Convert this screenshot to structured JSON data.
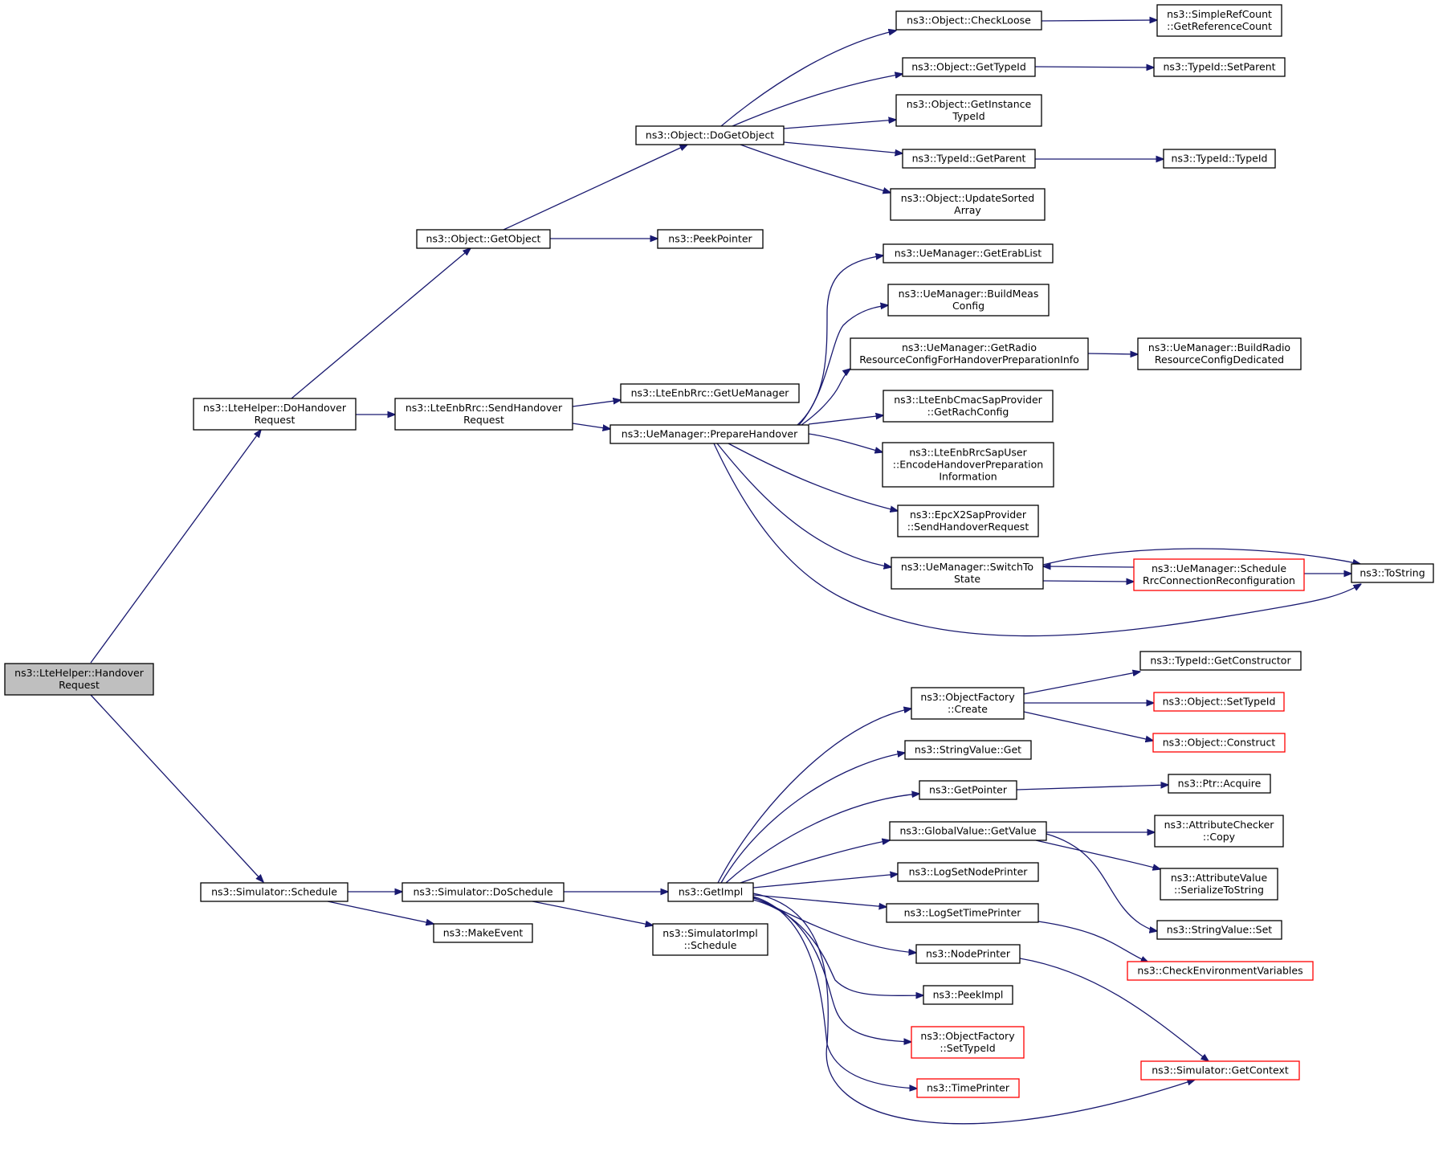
{
  "diagram": {
    "type": "call-graph",
    "colors": {
      "edge": "#191970",
      "root_fill": "#bfbfbf",
      "node_border": "#000000",
      "external_border": "#ff0000"
    },
    "nodes": [
      {
        "id": "root",
        "lines": [
          "ns3::LteHelper::Handover",
          "Request"
        ],
        "style": "root"
      },
      {
        "id": "doHandover",
        "lines": [
          "ns3::LteHelper::DoHandover",
          "Request"
        ]
      },
      {
        "id": "schedule",
        "lines": [
          "ns3::Simulator::Schedule"
        ]
      },
      {
        "id": "getObject",
        "lines": [
          "ns3::Object::GetObject"
        ]
      },
      {
        "id": "sendHandover",
        "lines": [
          "ns3::LteEnbRrc::SendHandover",
          "Request"
        ]
      },
      {
        "id": "doSchedule",
        "lines": [
          "ns3::Simulator::DoSchedule"
        ]
      },
      {
        "id": "makeEvent",
        "lines": [
          "ns3::MakeEvent"
        ]
      },
      {
        "id": "doGetObject",
        "lines": [
          "ns3::Object::DoGetObject"
        ]
      },
      {
        "id": "peekPointer",
        "lines": [
          "ns3::PeekPointer"
        ]
      },
      {
        "id": "getUeManager",
        "lines": [
          "ns3::LteEnbRrc::GetUeManager"
        ]
      },
      {
        "id": "prepareHandover",
        "lines": [
          "ns3::UeManager::PrepareHandover"
        ]
      },
      {
        "id": "getImpl",
        "lines": [
          "ns3::GetImpl"
        ]
      },
      {
        "id": "simImplSchedule",
        "lines": [
          "ns3::SimulatorImpl",
          "::Schedule"
        ]
      },
      {
        "id": "checkLoose",
        "lines": [
          "ns3::Object::CheckLoose"
        ]
      },
      {
        "id": "objGetTypeId",
        "lines": [
          "ns3::Object::GetTypeId"
        ]
      },
      {
        "id": "getInstanceTypeId",
        "lines": [
          "ns3::Object::GetInstance",
          "TypeId"
        ]
      },
      {
        "id": "typeIdGetParent",
        "lines": [
          "ns3::TypeId::GetParent"
        ]
      },
      {
        "id": "updateSortedArray",
        "lines": [
          "ns3::Object::UpdateSorted",
          "Array"
        ]
      },
      {
        "id": "getErabList",
        "lines": [
          "ns3::UeManager::GetErabList"
        ]
      },
      {
        "id": "buildMeasConfig",
        "lines": [
          "ns3::UeManager::BuildMeas",
          "Config"
        ]
      },
      {
        "id": "getRadioResourceConfig",
        "lines": [
          "ns3::UeManager::GetRadio",
          "ResourceConfigForHandoverPreparationInfo"
        ]
      },
      {
        "id": "getRachConfig",
        "lines": [
          "ns3::LteEnbCmacSapProvider",
          "::GetRachConfig"
        ]
      },
      {
        "id": "encodeHandoverPrep",
        "lines": [
          "ns3::LteEnbRrcSapUser",
          "::EncodeHandoverPreparation",
          "Information"
        ]
      },
      {
        "id": "epcSendHandover",
        "lines": [
          "ns3::EpcX2SapProvider",
          "::SendHandoverRequest"
        ]
      },
      {
        "id": "switchToState",
        "lines": [
          "ns3::UeManager::SwitchTo",
          "State"
        ]
      },
      {
        "id": "objectFactoryCreate",
        "lines": [
          "ns3::ObjectFactory",
          "::Create"
        ]
      },
      {
        "id": "stringValueGet",
        "lines": [
          "ns3::StringValue::Get"
        ]
      },
      {
        "id": "getPointer",
        "lines": [
          "ns3::GetPointer"
        ]
      },
      {
        "id": "globalValueGetValue",
        "lines": [
          "ns3::GlobalValue::GetValue"
        ]
      },
      {
        "id": "logSetNodePrinter",
        "lines": [
          "ns3::LogSetNodePrinter"
        ]
      },
      {
        "id": "logSetTimePrinter",
        "lines": [
          "ns3::LogSetTimePrinter"
        ]
      },
      {
        "id": "nodePrinter",
        "lines": [
          "ns3::NodePrinter"
        ]
      },
      {
        "id": "peekImpl",
        "lines": [
          "ns3::PeekImpl"
        ]
      },
      {
        "id": "objectFactorySetTypeId",
        "lines": [
          "ns3::ObjectFactory",
          "::SetTypeId"
        ],
        "style": "external"
      },
      {
        "id": "timePrinter",
        "lines": [
          "ns3::TimePrinter"
        ],
        "style": "external"
      },
      {
        "id": "getReferenceCount",
        "lines": [
          "ns3::SimpleRefCount",
          "::GetReferenceCount"
        ]
      },
      {
        "id": "typeIdSetParent",
        "lines": [
          "ns3::TypeId::SetParent"
        ]
      },
      {
        "id": "typeIdTypeId",
        "lines": [
          "ns3::TypeId::TypeId"
        ]
      },
      {
        "id": "buildRadioResourceConfigDedicated",
        "lines": [
          "ns3::UeManager::BuildRadio",
          "ResourceConfigDedicated"
        ]
      },
      {
        "id": "scheduleRrcConnReconf",
        "lines": [
          "ns3::UeManager::Schedule",
          "RrcConnectionReconfiguration"
        ],
        "style": "external"
      },
      {
        "id": "toString",
        "lines": [
          "ns3::ToString"
        ]
      },
      {
        "id": "getConstructor",
        "lines": [
          "ns3::TypeId::GetConstructor"
        ]
      },
      {
        "id": "objectSetTypeId",
        "lines": [
          "ns3::Object::SetTypeId"
        ],
        "style": "external"
      },
      {
        "id": "objectConstruct",
        "lines": [
          "ns3::Object::Construct"
        ],
        "style": "external"
      },
      {
        "id": "ptrAcquire",
        "lines": [
          "ns3::Ptr::Acquire"
        ]
      },
      {
        "id": "attributeCheckerCopy",
        "lines": [
          "ns3::AttributeChecker",
          "::Copy"
        ]
      },
      {
        "id": "attributeValueSerialize",
        "lines": [
          "ns3::AttributeValue",
          "::SerializeToString"
        ]
      },
      {
        "id": "stringValueSet",
        "lines": [
          "ns3::StringValue::Set"
        ]
      },
      {
        "id": "checkEnvVars",
        "lines": [
          "ns3::CheckEnvironmentVariables"
        ],
        "style": "external"
      },
      {
        "id": "simulatorGetContext",
        "lines": [
          "ns3::Simulator::GetContext"
        ],
        "style": "external"
      }
    ],
    "edges": [
      {
        "from": "root",
        "to": "doHandover"
      },
      {
        "from": "root",
        "to": "schedule"
      },
      {
        "from": "doHandover",
        "to": "getObject"
      },
      {
        "from": "doHandover",
        "to": "sendHandover"
      },
      {
        "from": "getObject",
        "to": "doGetObject"
      },
      {
        "from": "getObject",
        "to": "peekPointer"
      },
      {
        "from": "doGetObject",
        "to": "checkLoose"
      },
      {
        "from": "doGetObject",
        "to": "objGetTypeId"
      },
      {
        "from": "doGetObject",
        "to": "getInstanceTypeId"
      },
      {
        "from": "doGetObject",
        "to": "typeIdGetParent"
      },
      {
        "from": "doGetObject",
        "to": "updateSortedArray"
      },
      {
        "from": "checkLoose",
        "to": "getReferenceCount"
      },
      {
        "from": "objGetTypeId",
        "to": "typeIdSetParent"
      },
      {
        "from": "typeIdGetParent",
        "to": "typeIdTypeId"
      },
      {
        "from": "sendHandover",
        "to": "getUeManager"
      },
      {
        "from": "sendHandover",
        "to": "prepareHandover"
      },
      {
        "from": "prepareHandover",
        "to": "getErabList"
      },
      {
        "from": "prepareHandover",
        "to": "buildMeasConfig"
      },
      {
        "from": "prepareHandover",
        "to": "getRadioResourceConfig"
      },
      {
        "from": "prepareHandover",
        "to": "getRachConfig"
      },
      {
        "from": "prepareHandover",
        "to": "encodeHandoverPrep"
      },
      {
        "from": "prepareHandover",
        "to": "epcSendHandover"
      },
      {
        "from": "prepareHandover",
        "to": "switchToState"
      },
      {
        "from": "prepareHandover",
        "to": "toString"
      },
      {
        "from": "getRadioResourceConfig",
        "to": "buildRadioResourceConfigDedicated"
      },
      {
        "from": "switchToState",
        "to": "scheduleRrcConnReconf"
      },
      {
        "from": "switchToState",
        "to": "toString"
      },
      {
        "from": "scheduleRrcConnReconf",
        "to": "switchToState"
      },
      {
        "from": "scheduleRrcConnReconf",
        "to": "toString"
      },
      {
        "from": "schedule",
        "to": "doSchedule"
      },
      {
        "from": "schedule",
        "to": "makeEvent"
      },
      {
        "from": "doSchedule",
        "to": "getImpl"
      },
      {
        "from": "doSchedule",
        "to": "simImplSchedule"
      },
      {
        "from": "getImpl",
        "to": "objectFactoryCreate"
      },
      {
        "from": "getImpl",
        "to": "stringValueGet"
      },
      {
        "from": "getImpl",
        "to": "getPointer"
      },
      {
        "from": "getImpl",
        "to": "globalValueGetValue"
      },
      {
        "from": "getImpl",
        "to": "logSetNodePrinter"
      },
      {
        "from": "getImpl",
        "to": "logSetTimePrinter"
      },
      {
        "from": "getImpl",
        "to": "nodePrinter"
      },
      {
        "from": "getImpl",
        "to": "peekImpl"
      },
      {
        "from": "getImpl",
        "to": "objectFactorySetTypeId"
      },
      {
        "from": "getImpl",
        "to": "timePrinter"
      },
      {
        "from": "getImpl",
        "to": "simulatorGetContext"
      },
      {
        "from": "objectFactoryCreate",
        "to": "getConstructor"
      },
      {
        "from": "objectFactoryCreate",
        "to": "objectSetTypeId"
      },
      {
        "from": "objectFactoryCreate",
        "to": "objectConstruct"
      },
      {
        "from": "getPointer",
        "to": "ptrAcquire"
      },
      {
        "from": "globalValueGetValue",
        "to": "attributeCheckerCopy"
      },
      {
        "from": "globalValueGetValue",
        "to": "attributeValueSerialize"
      },
      {
        "from": "globalValueGetValue",
        "to": "stringValueSet"
      },
      {
        "from": "logSetTimePrinter",
        "to": "checkEnvVars"
      },
      {
        "from": "nodePrinter",
        "to": "simulatorGetContext"
      }
    ]
  }
}
